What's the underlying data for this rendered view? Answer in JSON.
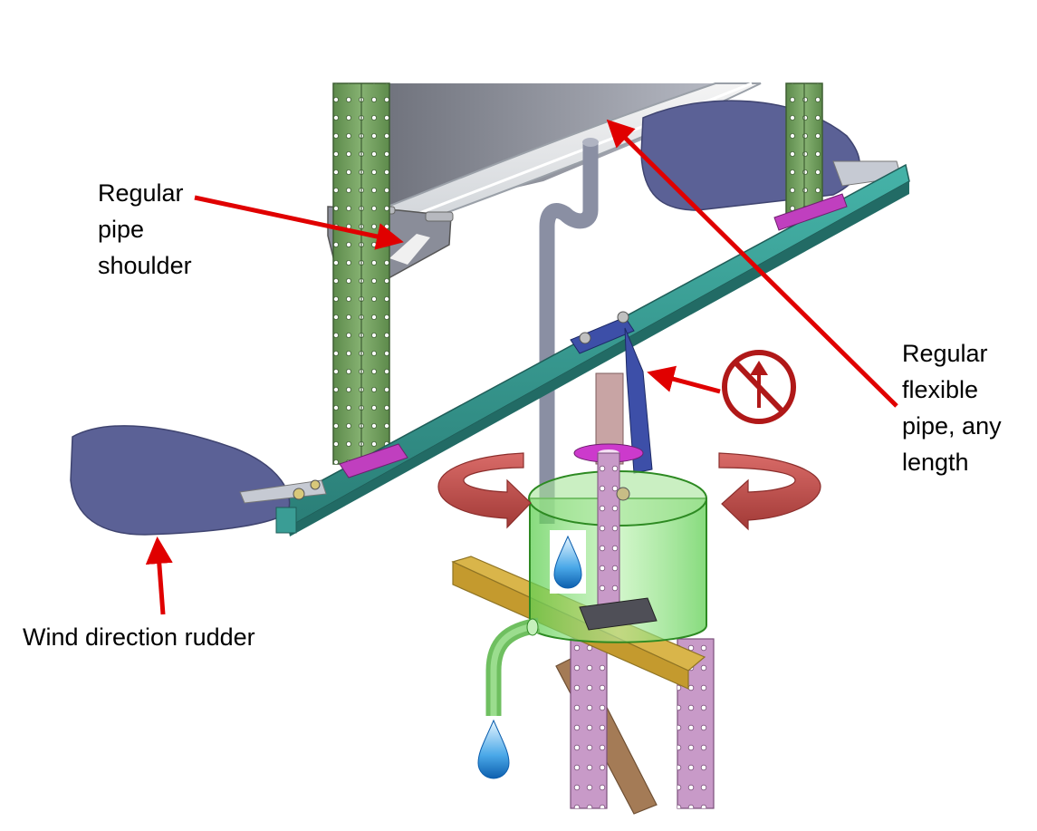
{
  "labels": {
    "pipe_shoulder": [
      "Regular",
      "pipe",
      "shoulder"
    ],
    "flexible_pipe": [
      "Regular",
      "flexible",
      "pipe, any",
      "length"
    ],
    "rudder": "Wind direction rudder"
  },
  "icons": {
    "prohibited": "no-upward-movement-icon",
    "water_drops": "water-drop-icon",
    "rotation": "rotation-arrow-icon"
  },
  "colors": {
    "annotation_arrow": "#e00000",
    "rotation_arrow": "#c0504d",
    "prohibited_sign": "#b01818",
    "vertical_posts": "#6f9c5a",
    "crossbar": "#3a9d95",
    "rudder_fins": "#5b6196",
    "collector_cup": "#7ed86b",
    "upright_pipe": "#8a8fa3",
    "lower_legs": "#c89ac8",
    "support_bar": "#d9b54a"
  }
}
